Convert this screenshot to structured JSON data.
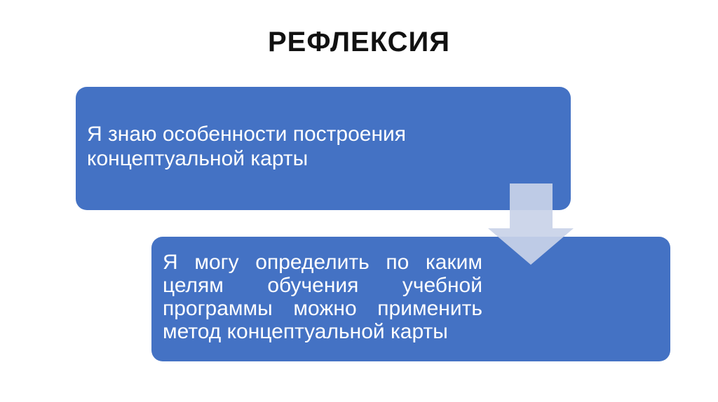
{
  "slide": {
    "title": "РЕФЛЕКСИЯ"
  },
  "diagram": {
    "steps": [
      {
        "text": "Я знаю особенности построения концептуальной карты"
      },
      {
        "text": "Я могу определить по каким целям обучения учебной программы можно применить метод концептуальной карты"
      }
    ],
    "colors": {
      "box": "#4472c4",
      "box_text": "#ffffff",
      "arrow": "#c9d2e8",
      "title": "#111111",
      "background": "#ffffff"
    },
    "connector_icon": "arrow-down-icon"
  }
}
